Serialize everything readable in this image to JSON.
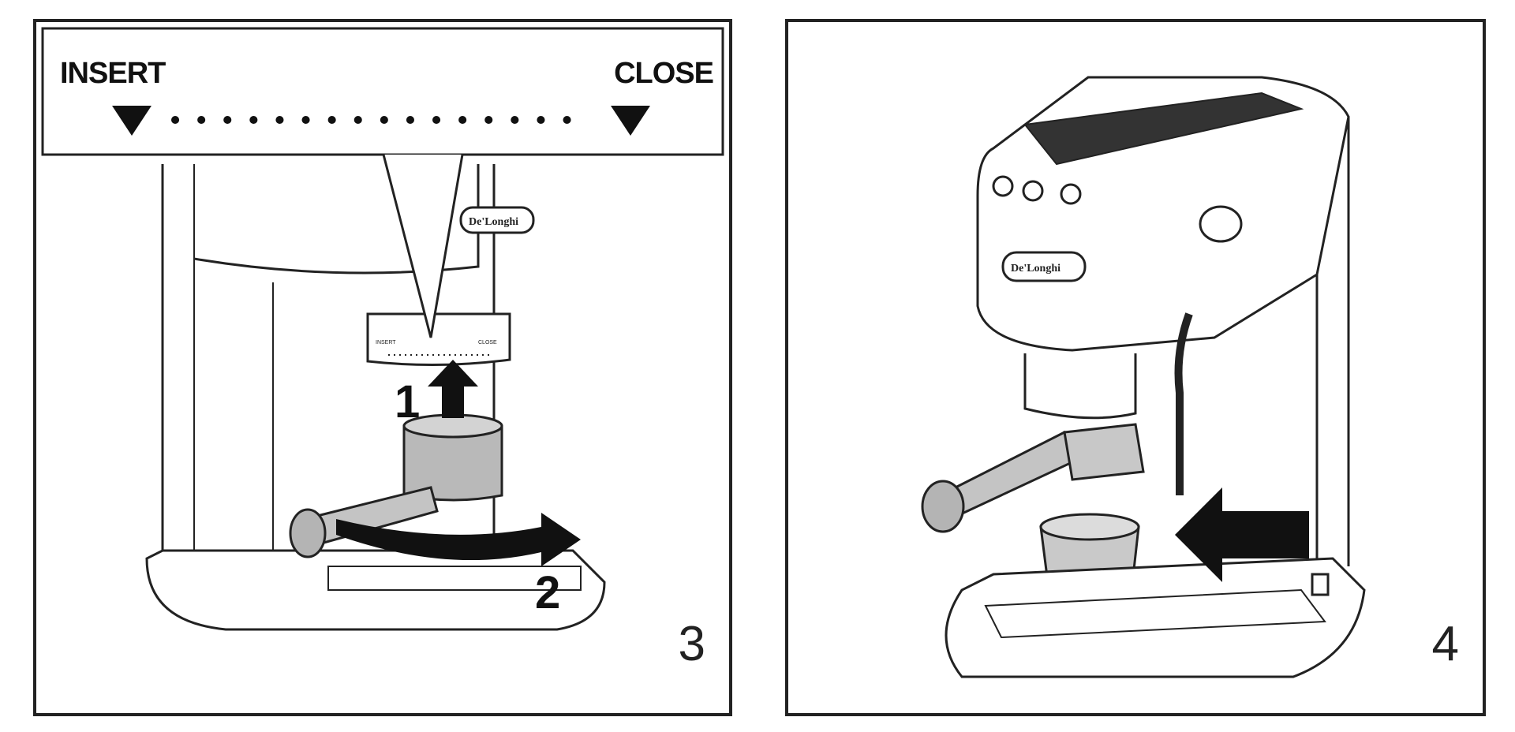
{
  "panel3": {
    "step_number": "3",
    "callout": {
      "insert_label": "INSERT",
      "close_label": "CLOSE"
    },
    "arrows": {
      "up_label": "1",
      "rotate_label": "2"
    },
    "brand": "De'Longhi",
    "dial_small_insert": "INSERT",
    "dial_small_close": "CLOSE"
  },
  "panel4": {
    "step_number": "4",
    "brand": "De'Longhi"
  },
  "colors": {
    "line": "#222222",
    "metal": "#b9b9b9",
    "arrow": "#111111"
  }
}
